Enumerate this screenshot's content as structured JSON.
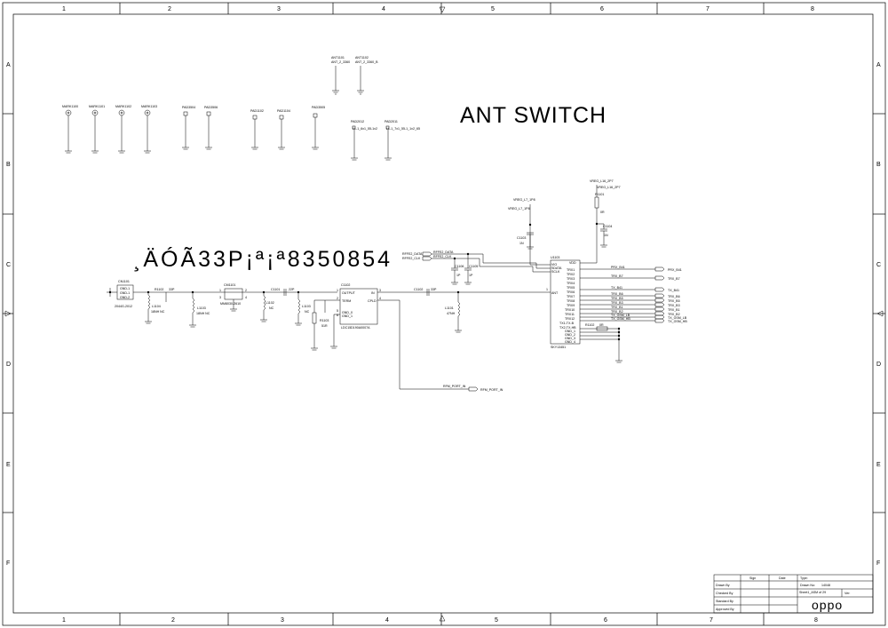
{
  "title": "ANT SWITCH",
  "garbled_label": "¸ÄÓÃ33P¡ª¡ª8350854",
  "border": {
    "columns": [
      "1",
      "2",
      "3",
      "4",
      "5",
      "6",
      "7",
      "8"
    ],
    "rows": [
      "A",
      "B",
      "C",
      "D",
      "E",
      "F"
    ]
  },
  "top_parts": {
    "ant1101": "ANT1101",
    "ant1101_val": "ANT_2_3360",
    "ant1102": "ANT1102",
    "ant1102_val": "ANT_2_3360_B",
    "marks": [
      "MARK1100",
      "MARK1101",
      "MARK1102",
      "MARK1103"
    ],
    "pads": [
      "PAD3504",
      "PAD3506",
      "PAD1102",
      "PAD1104",
      "PAD3505"
    ],
    "pad2012": "PAD2012",
    "pad2012_val": "LL-1_6x1_55-1x2",
    "pad2011": "PAD2011",
    "pad2011_val": "LL-1_7x1_55-1_1x2_65"
  },
  "rf_chain": {
    "cn1101": "CN1101",
    "cn_pins": [
      "GND-1",
      "GND-1",
      "GND-2"
    ],
    "cn_val": "2044G-2012",
    "r1102": "R1102",
    "r1102_val": "33P",
    "l1104": "L1104",
    "l1104_val": "18NH NC",
    "l1103": "L1103",
    "l1103_val": "18NH NC",
    "cm1101": "CM1101",
    "cm_val": "MM8030-2610",
    "cm_pins": [
      "1",
      "2",
      "3",
      "4"
    ],
    "l1102": "L1102",
    "l1102_val": "NC",
    "c1101": "C1101",
    "c1101_val": "22P",
    "l1103b": "L1103",
    "l1103b_val": "NC",
    "c1102u": "C1102",
    "coupler_pins_left": [
      "OUTPUT",
      "TERM",
      "GND_0",
      "GND_1"
    ],
    "coupler_pins_right": [
      "IN",
      "CPLD"
    ],
    "coupler_pin_nums": [
      "1",
      "2",
      "3",
      "4",
      "5",
      "6"
    ],
    "coupler_val": "LDC15D190A0007A",
    "r1103": "R1103",
    "r1103_val": "51R",
    "c1102": "C1102",
    "c1102_val": "33P",
    "l1101": "L1101",
    "l1101_val": "47NH",
    "fb_net": "RFM_PORT_IN",
    "fb_port": "RFM_PORT_IN"
  },
  "switch": {
    "vreg_l7": "VREG_L7_1P8",
    "vreg_l7b": "VREG_L7_1P8",
    "vreg_l16": "VREG_L16_2P7",
    "vreg_l16b": "VREG_L16_2P7",
    "r1101": "R1101",
    "r1101_val": "0R",
    "c1103": "C1103",
    "c1103_val": "1N",
    "c1104": "C1104",
    "c1104_val": "1N",
    "c1106": "C1106",
    "c1106_val": "1P",
    "c1105": "C1105",
    "c1105_val": "1P",
    "u1103": "U1103",
    "u1103_val": "SKY13451",
    "ffe_data_net": "RFFE2_DATA",
    "ffe_clk_net": "RFFE2_CLK",
    "ffe_data_port": "RFFE2_DATA",
    "ffe_clk_port": "RFFE2_CLK",
    "ic_left_pins": [
      "VIO",
      "SDATA",
      "SCLK"
    ],
    "ic_pins": [
      "VDD",
      "TRX1",
      "TRX2",
      "TRX3",
      "TRX4",
      "TRX5",
      "TRX6",
      "TRX7",
      "TRX8",
      "TRX9",
      "TRX10",
      "TRX11",
      "TRX12",
      "TX1-TX-B",
      "TX2-TX-HB",
      "GND_1",
      "GND_2",
      "GND_3",
      "GND_4"
    ],
    "ant_pin": "ANT",
    "ant_num": "1",
    "r1102": "R1102",
    "r1102_val": "0R",
    "nets": [
      "PRX_B41",
      "TRX_B7",
      "TX_B41",
      "TRX_B6",
      "TRX_B5",
      "TRX_B3",
      "TRX_B1",
      "TRX_B2",
      "TX_GSM_LB",
      "TX_GSM_HB"
    ],
    "ports": [
      "PRX_B41",
      "TRX_B7",
      "TX_B41",
      "TRX_B6",
      "TRX_B5",
      "TRX_B3",
      "TRX_B1",
      "TRX_B2",
      "TX_GSM_LB",
      "TX_GSM_HB"
    ]
  },
  "title_block": {
    "sign": "Sign",
    "date": "Date",
    "type": "Type:",
    "drawn_by": "Drawn By",
    "checked_by": "Checked By",
    "standard_by": "Standard By",
    "approved_by": "Approved By",
    "drawn_no": "Drawn No:",
    "drawn_no_val": "14048",
    "sheet": "Sheet1_ASM of 29",
    "ver": "Ver:",
    "logo": "oppo"
  }
}
